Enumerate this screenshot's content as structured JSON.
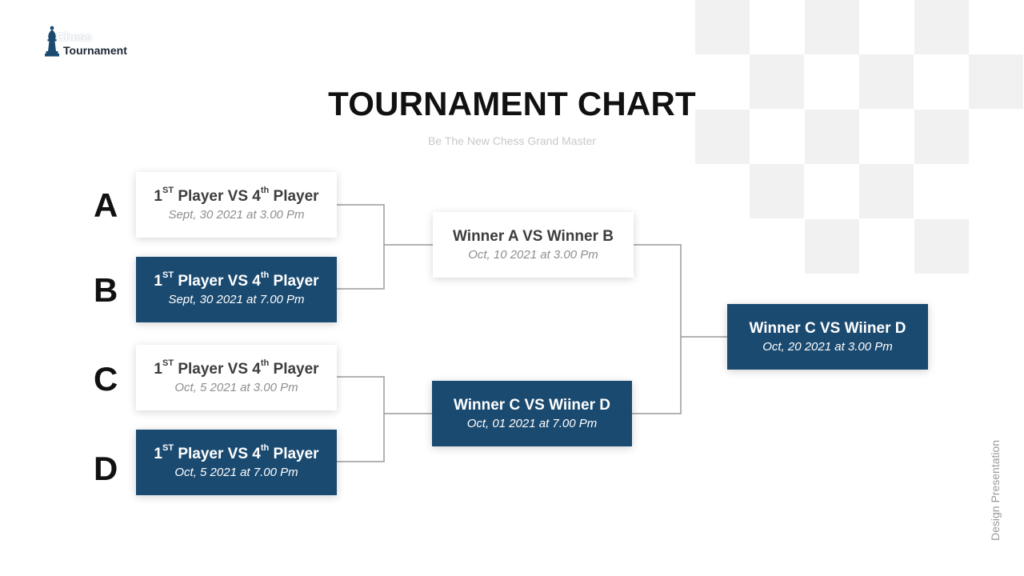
{
  "logo": {
    "line1": "Chess",
    "line2": "Tournament"
  },
  "header": {
    "title": "TOURNAMENT CHART",
    "subtitle": "Be The New Chess Grand Master"
  },
  "groups": [
    "A",
    "B",
    "C",
    "D"
  ],
  "round1": [
    {
      "p1": "1",
      "p1_sup": "ST",
      "vs": " Player VS 4",
      "p2_sup": "th",
      "p2": " Player",
      "date": "Sept, 30 2021 at 3.00 Pm"
    },
    {
      "p1": "1",
      "p1_sup": "ST",
      "vs": " Player VS 4",
      "p2_sup": "th",
      "p2": " Player",
      "date": "Sept, 30 2021 at 7.00 Pm"
    },
    {
      "p1": "1",
      "p1_sup": "ST",
      "vs": " Player VS 4",
      "p2_sup": "th",
      "p2": " Player",
      "date": "Oct, 5 2021 at 3.00 Pm"
    },
    {
      "p1": "1",
      "p1_sup": "ST",
      "vs": " Player VS 4",
      "p2_sup": "th",
      "p2": " Player",
      "date": "Oct, 5 2021 at 7.00 Pm"
    }
  ],
  "semis": [
    {
      "title": "Winner A VS Winner B",
      "date": "Oct, 10 2021 at 3.00 Pm"
    },
    {
      "title": "Winner C VS Wiiner D",
      "date": "Oct, 01 2021 at 7.00 Pm"
    }
  ],
  "final": {
    "title": "Winner C VS Wiiner D",
    "date": "Oct, 20 2021 at 3.00 Pm"
  },
  "side_text": "Design Presentation",
  "colors": {
    "dark_box": "#1b4a70",
    "connector": "#9a9a9a",
    "checker": "#f1f1f1"
  }
}
